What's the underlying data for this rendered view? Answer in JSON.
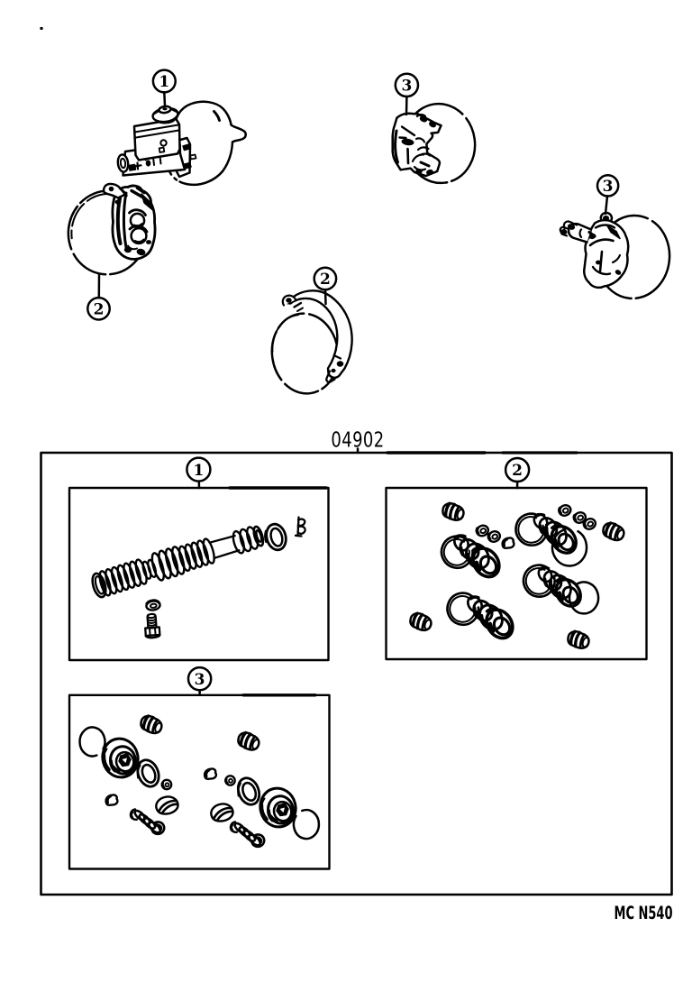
{
  "page": {
    "background": "#ffffff",
    "ink": "#000000"
  },
  "figure_callouts": [
    {
      "label": "1"
    },
    {
      "label": "2"
    },
    {
      "label": "2"
    },
    {
      "label": "3"
    },
    {
      "label": "3"
    }
  ],
  "kit_box": {
    "group_code": "04902",
    "kits": [
      {
        "label": "1"
      },
      {
        "label": "2"
      },
      {
        "label": "3"
      }
    ]
  },
  "footer": {
    "plate_code": "MC N540"
  }
}
